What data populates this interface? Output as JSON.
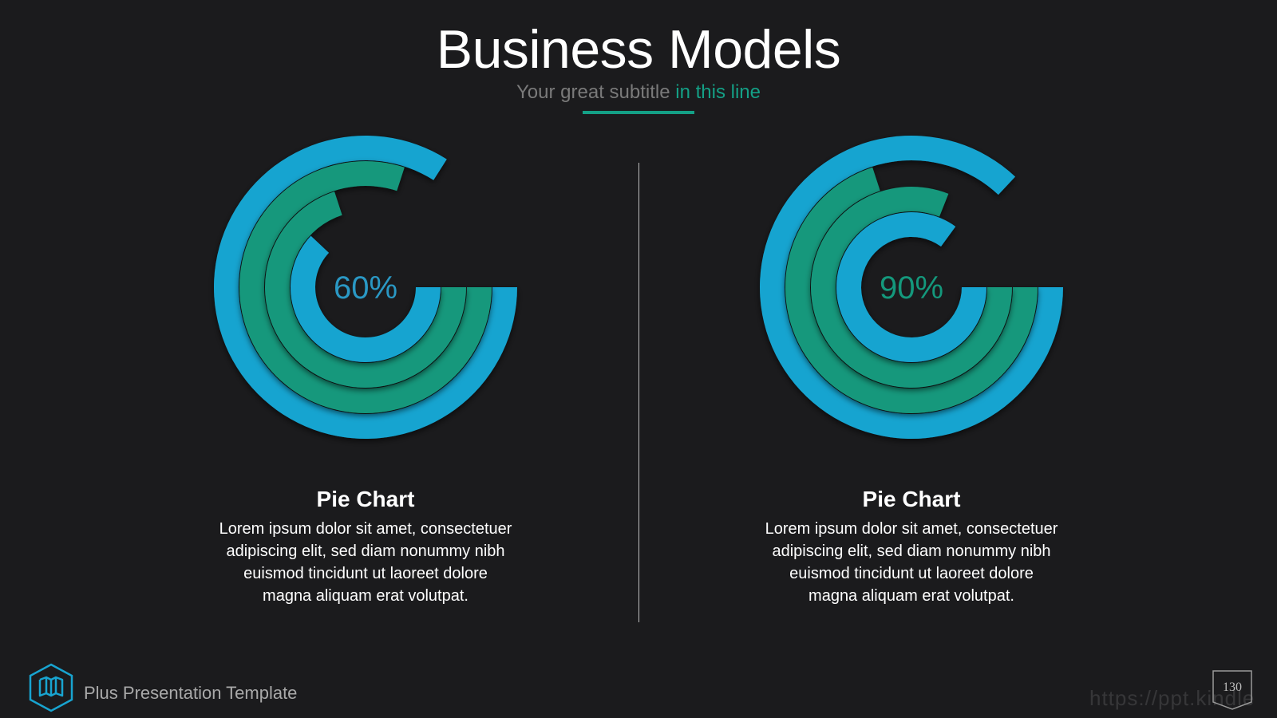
{
  "header": {
    "title": "Business Models",
    "subtitle_lead": "Your great subtitle",
    "subtitle_accent": "in this line"
  },
  "colors": {
    "blue": "#18a4d0",
    "green": "#14987c",
    "accent": "#14a086",
    "background": "#1b1b1d"
  },
  "chart_data": [
    {
      "type": "pie",
      "center_label": "60%",
      "value": 60,
      "center_label_color": "#2a98c4",
      "rings": [
        {
          "color": "#18a4d0",
          "value": 84
        },
        {
          "color": "#14987c",
          "value": 80
        },
        {
          "color": "#14987c",
          "value": 70
        },
        {
          "color": "#18a4d0",
          "value": 62
        }
      ]
    },
    {
      "type": "pie",
      "center_label": "90%",
      "value": 90,
      "center_label_color": "#14987c",
      "rings": [
        {
          "color": "#18a4d0",
          "value": 87
        },
        {
          "color": "#14987c",
          "value": 70
        },
        {
          "color": "#14987c",
          "value": 81
        },
        {
          "color": "#18a4d0",
          "value": 85
        }
      ]
    }
  ],
  "panels": [
    {
      "heading": "Pie Chart",
      "body": "Lorem ipsum dolor sit amet, consectetuer adipiscing elit, sed diam nonummy nibh euismod tincidunt ut laoreet dolore magna aliquam erat volutpat."
    },
    {
      "heading": "Pie Chart",
      "body": "Lorem ipsum dolor sit amet, consectetuer adipiscing elit, sed diam nonummy nibh euismod tincidunt ut laoreet dolore magna aliquam erat volutpat."
    }
  ],
  "footer": {
    "logo_icon": "map-icon",
    "template_name": "Plus Presentation Template",
    "page_number": "130",
    "watermark": "https://ppt.kindle"
  }
}
